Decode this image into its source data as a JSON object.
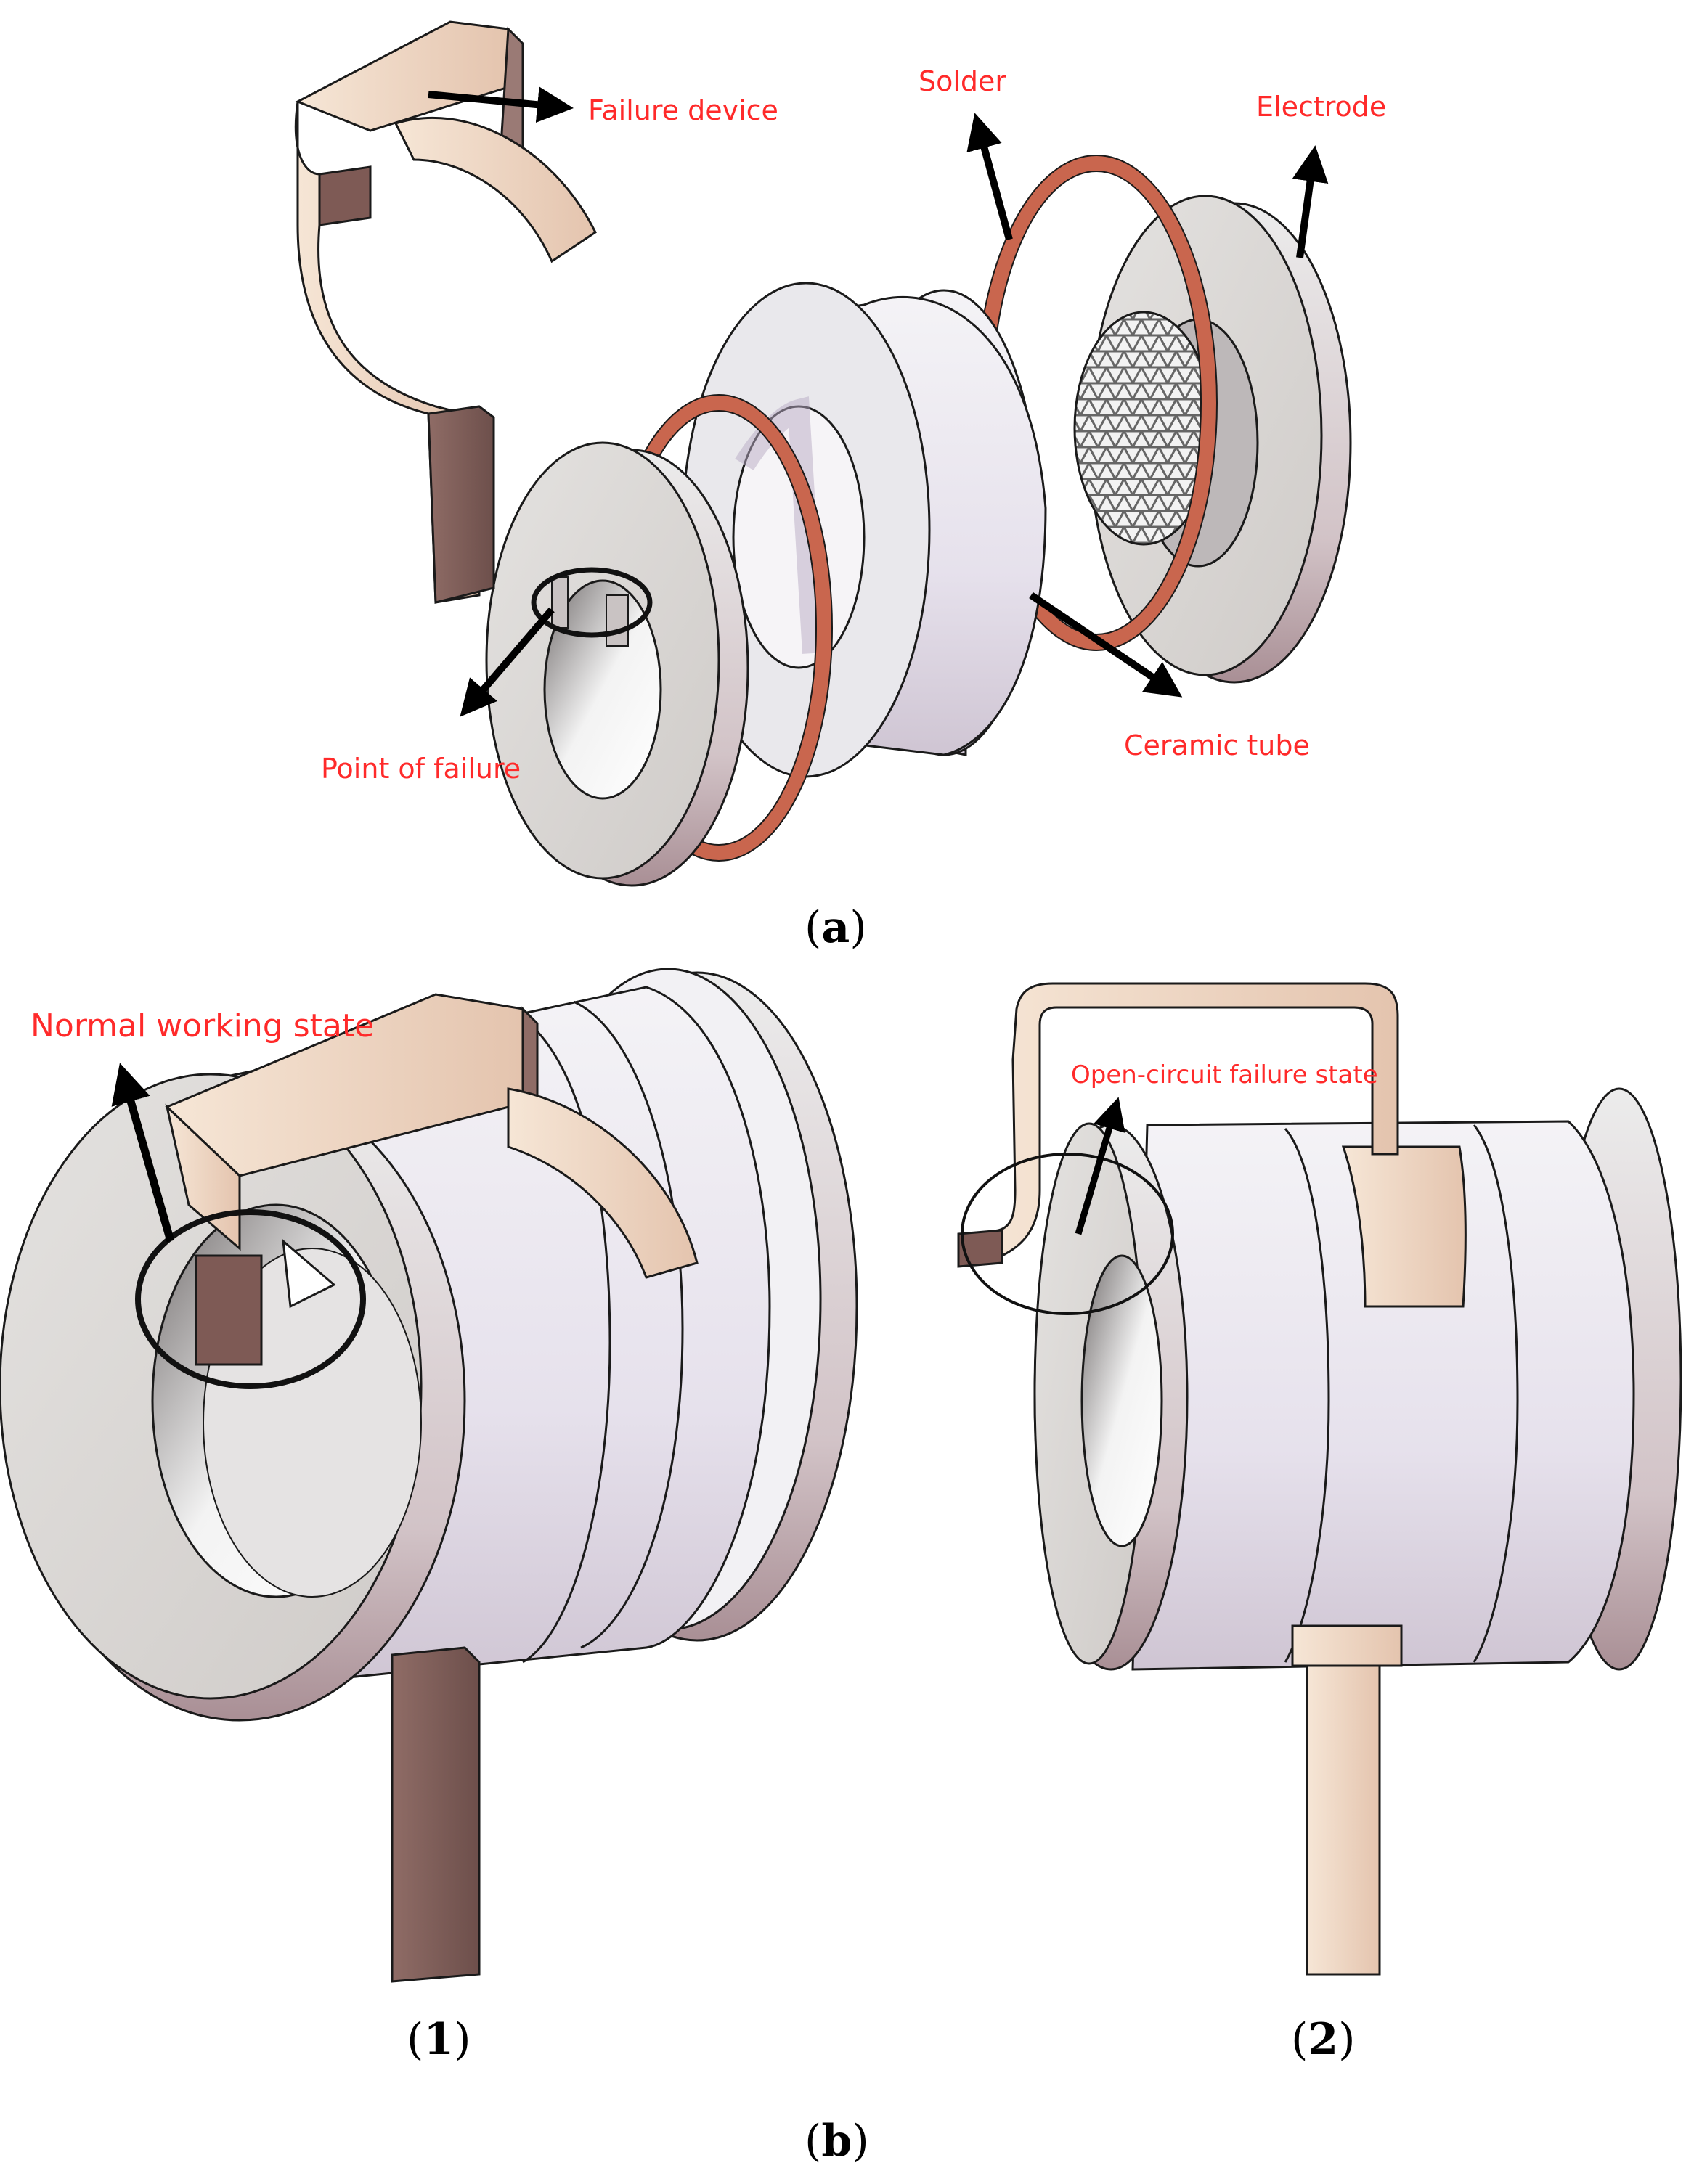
{
  "panel_a": {
    "labels": {
      "failure_device": "Failure device",
      "solder": "Solder",
      "electrode": "Electrode",
      "point_of_failure": "Point of failure",
      "ceramic_tube": "Ceramic tube"
    },
    "caption": {
      "open": "(",
      "letter": "a",
      "close": ")"
    }
  },
  "panel_b1": {
    "label": "Normal working state",
    "caption": {
      "open": "(",
      "letter": "1",
      "close": ")"
    }
  },
  "panel_b2": {
    "label": "Open-circuit failure state",
    "caption": {
      "open": "(",
      "letter": "2",
      "close": ")"
    }
  },
  "panel_b": {
    "caption": {
      "open": "(",
      "letter": "b",
      "close": ")"
    }
  },
  "colors": {
    "label_red": "#ff2a2a",
    "solder": "#c9664e",
    "copper_light": "#f2dcc8",
    "copper_dark": "#7e5a55",
    "ceramic": "#e9e7ee",
    "edge": "#1a1a1a"
  }
}
